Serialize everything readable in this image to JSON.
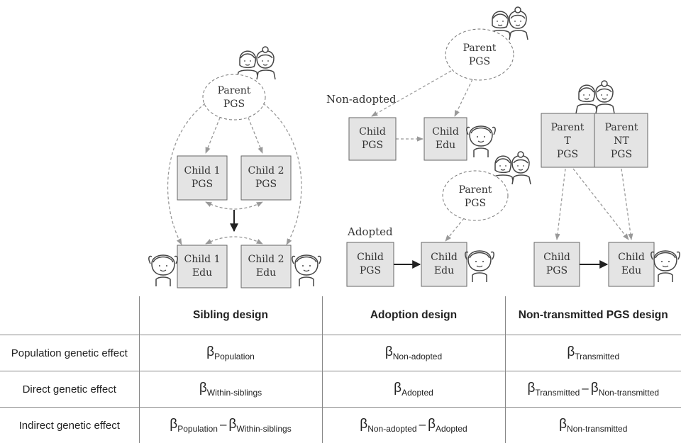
{
  "diagram": {
    "sibling": {
      "parent_l1": "Parent",
      "parent_l2": "PGS",
      "c1pgs_l1": "Child 1",
      "c1pgs_l2": "PGS",
      "c2pgs_l1": "Child 2",
      "c2pgs_l2": "PGS",
      "c1edu_l1": "Child 1",
      "c1edu_l2": "Edu",
      "c2edu_l1": "Child 2",
      "c2edu_l2": "Edu"
    },
    "adoption": {
      "nonadopted_label": "Non-adopted",
      "adopted_label": "Adopted",
      "parent_top_l1": "Parent",
      "parent_top_l2": "PGS",
      "parent_bot_l1": "Parent",
      "parent_bot_l2": "PGS",
      "na_pgs_l1": "Child",
      "na_pgs_l2": "PGS",
      "na_edu_l1": "Child",
      "na_edu_l2": "Edu",
      "ad_pgs_l1": "Child",
      "ad_pgs_l2": "PGS",
      "ad_edu_l1": "Child",
      "ad_edu_l2": "Edu"
    },
    "nontransmitted": {
      "pt_l1": "Parent",
      "pt_l2": "T",
      "pt_l3": "PGS",
      "pnt_l1": "Parent",
      "pnt_l2": "NT",
      "pnt_l3": "PGS",
      "cpgs_l1": "Child",
      "cpgs_l2": "PGS",
      "cedu_l1": "Child",
      "cedu_l2": "Edu"
    }
  },
  "table": {
    "headers": [
      "",
      "Sibling design",
      "Adoption design",
      "Non-transmitted PGS design"
    ],
    "rows": [
      {
        "label": "Population genetic effect",
        "sibling": {
          "sym": "β",
          "sub": "Population"
        },
        "adoption": {
          "sym": "β",
          "sub": "Non-adopted"
        },
        "nontransmitted": {
          "sym": "β",
          "sub": "Transmitted"
        }
      },
      {
        "label": "Direct genetic effect",
        "sibling": {
          "sym": "β",
          "sub": "Within-siblings"
        },
        "adoption": {
          "sym": "β",
          "sub": "Adopted"
        },
        "nontransmitted": {
          "sym": "β",
          "sub": "Transmitted",
          "minus": "–",
          "sym2": "β",
          "sub2": "Non-transmitted"
        }
      },
      {
        "label": "Indirect genetic effect",
        "sibling": {
          "sym": "β",
          "sub": "Population",
          "minus": "–",
          "sym2": "β",
          "sub2": "Within-siblings"
        },
        "adoption": {
          "sym": "β",
          "sub": "Non-adopted",
          "minus": "–",
          "sym2": "β",
          "sub2": "Adopted"
        },
        "nontransmitted": {
          "sym": "β",
          "sub": "Non-transmitted"
        }
      }
    ]
  }
}
